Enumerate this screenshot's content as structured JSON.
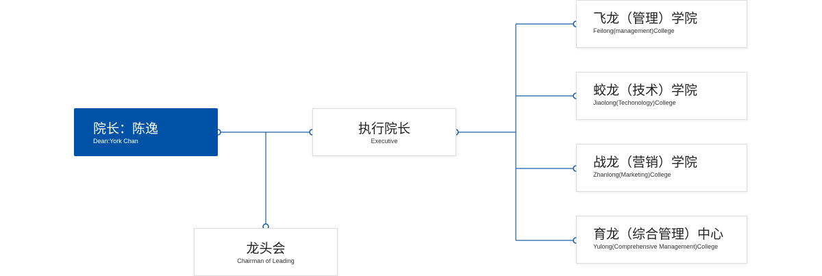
{
  "colors": {
    "accent": "#0052a6",
    "line": "#1a5fa8"
  },
  "dean": {
    "title": "院长：陈逸",
    "subtitle": "Dean:York Chan"
  },
  "executive": {
    "title": "执行院长",
    "subtitle": "Executive"
  },
  "council": {
    "title": "龙头会",
    "subtitle": "Chairman of Leading"
  },
  "colleges": [
    {
      "title": "飞龙（管理）学院",
      "subtitle": "Feilong(management)College"
    },
    {
      "title": "蛟龙（技术）学院",
      "subtitle": "Jiaolong(Techonology)College"
    },
    {
      "title": "战龙（营销）学院",
      "subtitle": "Zhanlong(Marketing)College"
    },
    {
      "title": "育龙（综合管理）中心",
      "subtitle": "Yulong(Comprehensive Management)College"
    }
  ]
}
